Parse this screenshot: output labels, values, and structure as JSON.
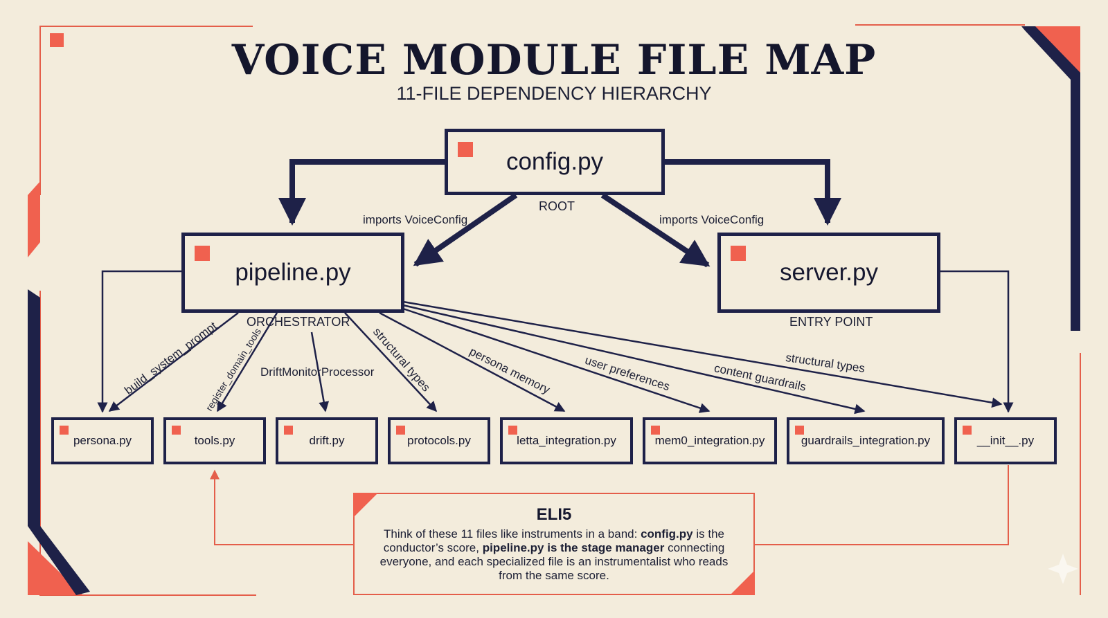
{
  "title": "VOICE MODULE FILE MAP",
  "subtitle": "11-FILE DEPENDENCY HIERARCHY",
  "colors": {
    "navy": "#1e2148",
    "accent": "#f0614f",
    "background": "#f3ecdc"
  },
  "nodes": {
    "config": {
      "label": "config.py",
      "role": "ROOT"
    },
    "pipeline": {
      "label": "pipeline.py",
      "role": "ORCHESTRATOR"
    },
    "server": {
      "label": "server.py",
      "role": "ENTRY POINT"
    },
    "persona": {
      "label": "persona.py"
    },
    "tools": {
      "label": "tools.py"
    },
    "drift": {
      "label": "drift.py"
    },
    "protocols": {
      "label": "protocols.py"
    },
    "letta": {
      "label": "letta_integration.py"
    },
    "mem0": {
      "label": "mem0_integration.py"
    },
    "guardrails": {
      "label": "guardrails_integration.py"
    },
    "init": {
      "label": "__init__.py"
    }
  },
  "edges": {
    "config_pipeline": "imports VoiceConfig",
    "config_server": "imports VoiceConfig",
    "persona": "build_system_prompt",
    "tools": "register_domain_tools",
    "drift": "DriftMonitorProcessor",
    "protocols": "structural types",
    "letta": "persona memory",
    "mem0": "user preferences",
    "guardrails": "content guardrails",
    "init": "structural types"
  },
  "eli5": {
    "heading": "ELI5",
    "line1_pre": "Think of these 11 files like instruments in a band: ",
    "line1_bold": "config.py",
    "line1_post": " is the",
    "line2_pre": "conductor’s score, ",
    "line2_bold": "pipeline.py is the stage manager",
    "line2_post": " connecting",
    "line3": "everyone, and each specialized file is an instrumentalist who reads",
    "line4": "from the same score."
  }
}
